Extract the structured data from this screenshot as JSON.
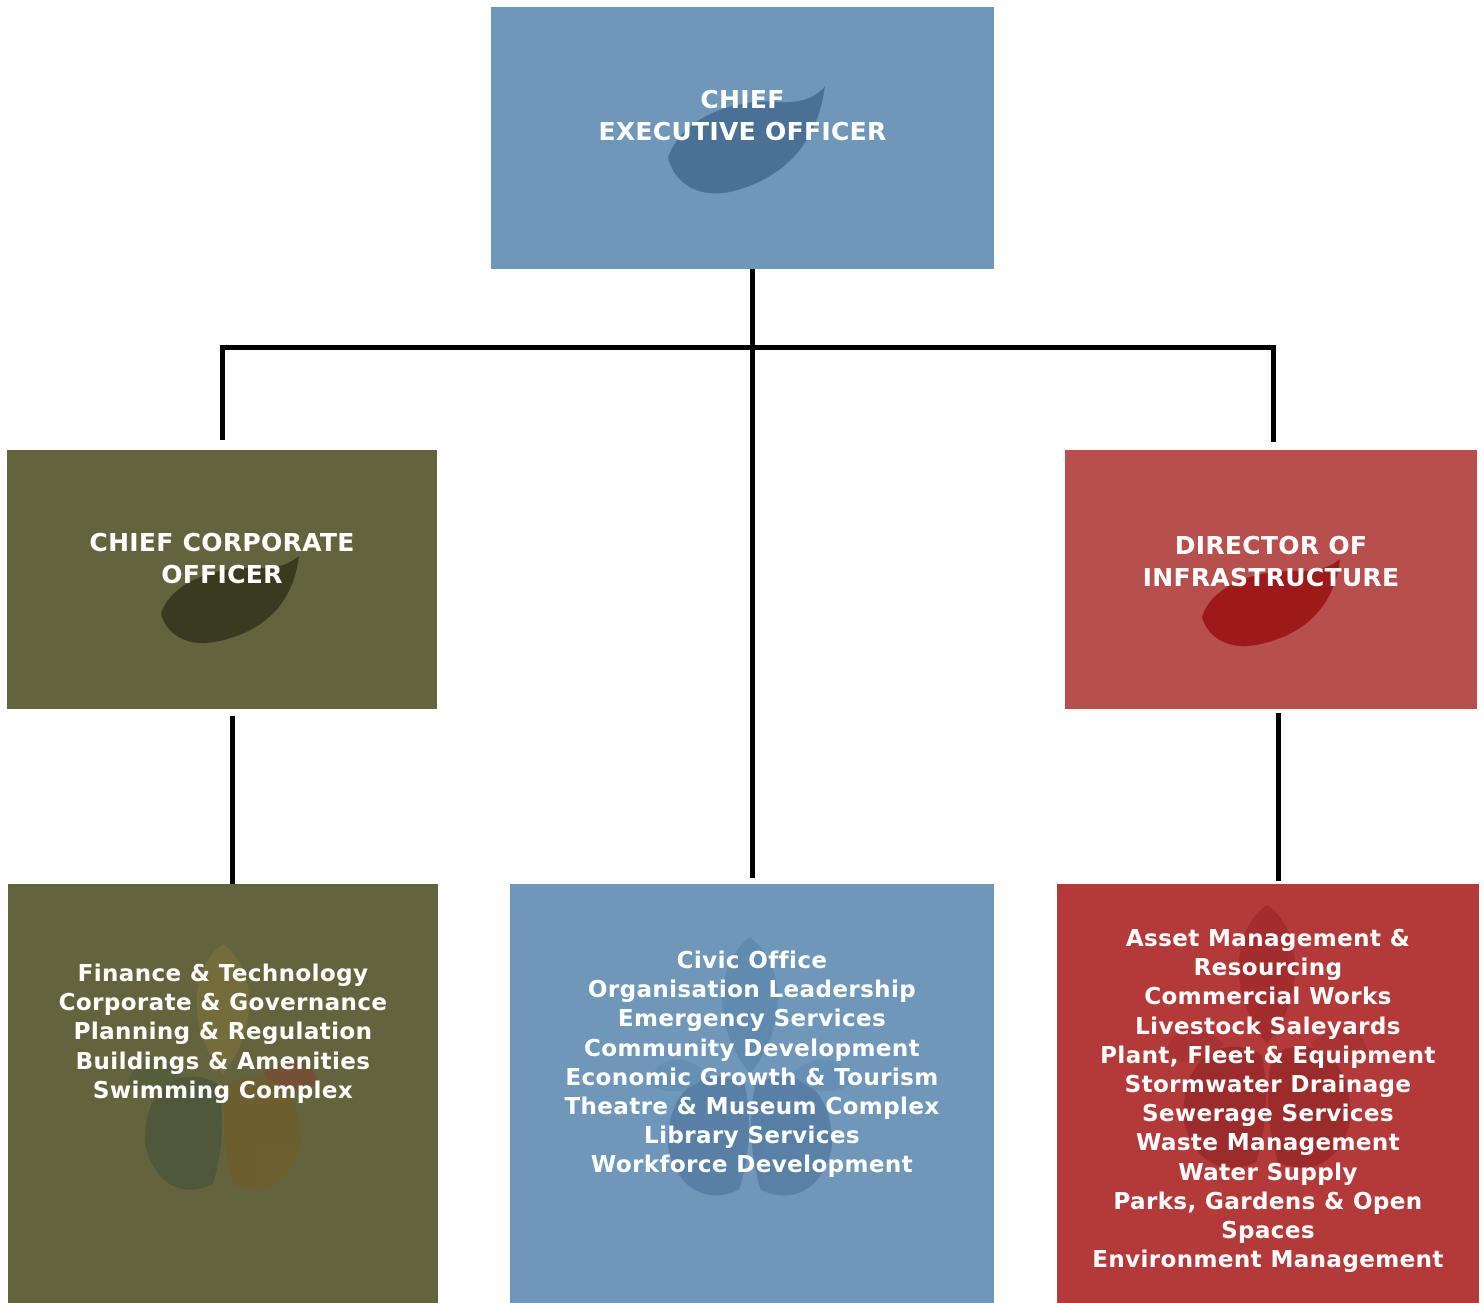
{
  "colors": {
    "blue": "#6f97b9",
    "olive": "#63633d",
    "red_director": "#b74f4c",
    "red_list": "#b43a3a",
    "connector": "#000000"
  },
  "ceo": {
    "title_line1": "CHIEF",
    "title_line2": "EXECUTIVE OFFICER"
  },
  "corporate": {
    "title_line1": "CHIEF CORPORATE",
    "title_line2": "OFFICER"
  },
  "infrastructure": {
    "title_line1": "DIRECTOR OF",
    "title_line2": "INFRASTRUCTURE"
  },
  "corporate_services": [
    "Finance & Technology",
    "Corporate & Governance",
    "Planning & Regulation",
    "Buildings & Amenities",
    "Swimming Complex"
  ],
  "ceo_services": [
    "Civic Office",
    "Organisation Leadership",
    "Emergency Services",
    "Community Development",
    "Economic Growth & Tourism",
    "Theatre & Museum Complex",
    "Library Services",
    "Workforce Development"
  ],
  "infrastructure_services": [
    "Asset Management &",
    "Resourcing",
    "Commercial Works",
    "Livestock Saleyards",
    "Plant, Fleet & Equipment",
    "Stormwater Drainage",
    "Sewerage Services",
    "Waste Management",
    "Water Supply",
    "Parks, Gardens & Open",
    "Spaces",
    "Environment Management"
  ],
  "icons": {
    "single_leaf": "leaf-icon",
    "leaf_cluster": "leaf-cluster-icon"
  }
}
